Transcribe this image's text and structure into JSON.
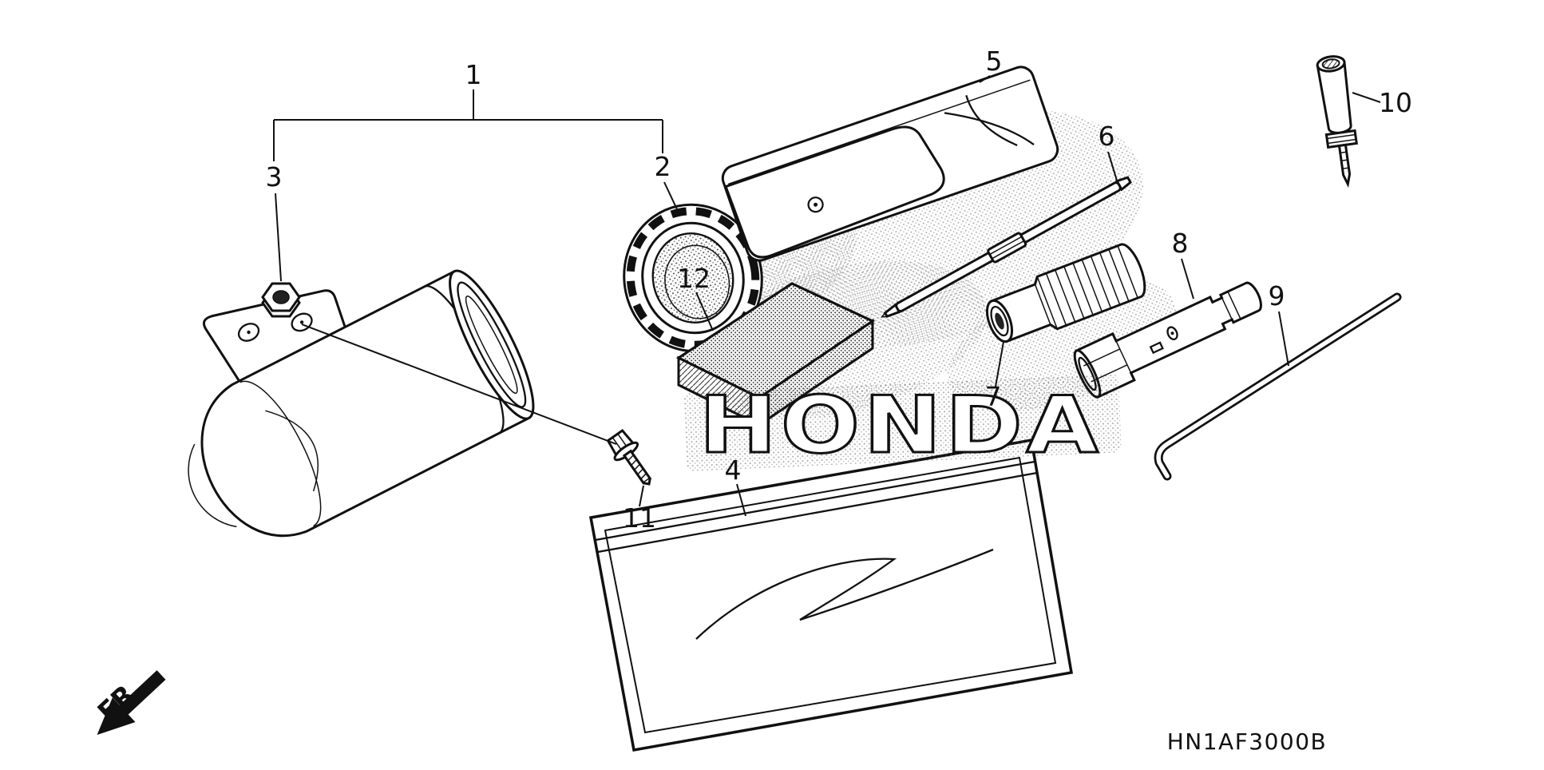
{
  "diagram": {
    "code": "HN1AF3000B",
    "watermark": "HONDA",
    "front_label": "FR.",
    "callouts": [
      {
        "label": "1"
      },
      {
        "label": "2"
      },
      {
        "label": "3"
      },
      {
        "label": "4"
      },
      {
        "label": "5"
      },
      {
        "label": "6"
      },
      {
        "label": "7"
      },
      {
        "label": "8"
      },
      {
        "label": "9"
      },
      {
        "label": "10"
      },
      {
        "label": "11"
      },
      {
        "label": "12"
      }
    ]
  }
}
